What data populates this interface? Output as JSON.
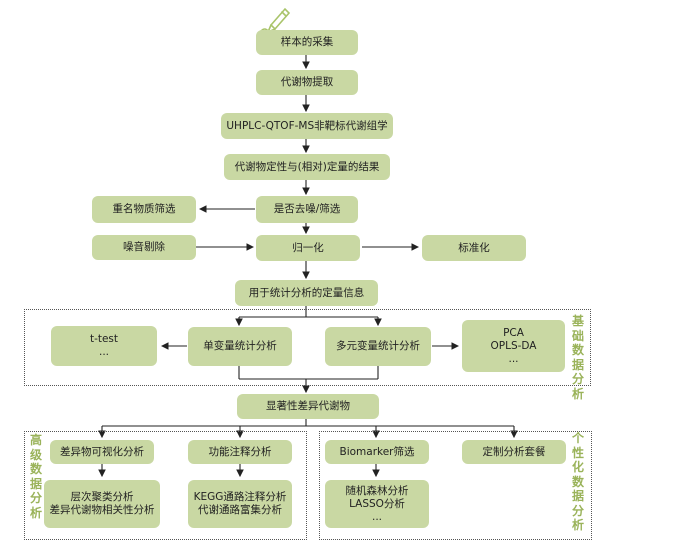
{
  "nodes": {
    "sampling": "样本的采集",
    "extraction": "代谢物提取",
    "uhplc": "UHPLC-QTOF-MS非靶标代谢组学",
    "quant_result": "代谢物定性与(相对)定量的结果",
    "denoise_q": "是否去噪/筛选",
    "dup_filter": "重名物质筛选",
    "noise_removal": "噪音剔除",
    "normalization": "归一化",
    "standardization": "标准化",
    "quant_info": "用于统计分析的定量信息",
    "ttest": [
      "t-test",
      "..."
    ],
    "univariate": "单变量统计分析",
    "multivariate": "多元变量统计分析",
    "pca": [
      "PCA",
      "OPLS-DA",
      "..."
    ],
    "diff_metab": "显著性差异代谢物",
    "diff_vis": "差异物可视化分析",
    "func_anno": "功能注释分析",
    "biomarker": "Biomarker筛选",
    "custom": "定制分析套餐",
    "cluster": [
      "层次聚类分析",
      "差异代谢物相关性分析"
    ],
    "kegg": [
      "KEGG通路注释分析",
      "代谢通路富集分析"
    ],
    "rf": [
      "随机森林分析",
      "LASSO分析",
      "..."
    ]
  },
  "sections": {
    "basic": "基础数据分析",
    "advanced": "高级数据分析",
    "personalized": "个性化数据分析"
  },
  "colors": {
    "box": "#c9d8a3",
    "side_label": "#9ab35a",
    "line": "#222222"
  },
  "icons": {
    "top": "pen-icon"
  }
}
